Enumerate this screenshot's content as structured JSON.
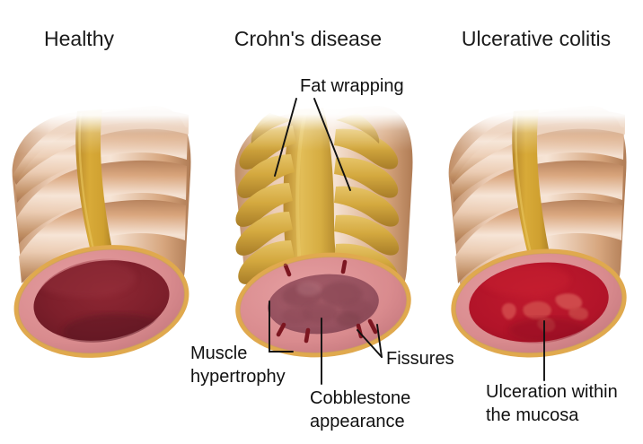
{
  "figure": {
    "title_row": {
      "healthy": "Healthy",
      "crohns": "Crohn's disease",
      "ulcerative": "Ulcerative colitis"
    },
    "annotations": {
      "fat_wrapping": "Fat wrapping",
      "muscle_1": "Muscle",
      "muscle_2": "hypertrophy",
      "cobblestone_1": "Cobblestone",
      "cobblestone_2": "appearance",
      "fissures": "Fissures",
      "ulceration_1": "Ulceration within",
      "ulceration_2": "the mucosa"
    },
    "colors": {
      "background": "#ffffff",
      "serosa_edge": "#e0a94e",
      "bowel_tan_light": "#f7e3d4",
      "bowel_tan_mid": "#dfae85",
      "bowel_tan_dark": "#b5805a",
      "taenia_yellow": "#d2a431",
      "fat_yellow": "#dcb44b",
      "fat_shadow": "#b8892f",
      "mucosa_pink": "#d98b8e",
      "mucosa_pink_dark": "#c06f74",
      "healthy_lumen": "#7d1f2b",
      "crohn_lumen": "#a05560",
      "crohn_lumen_dark": "#8d4350",
      "fissure_dark": "#7c1620",
      "uc_lumen": "#b21429",
      "uc_ulcer": "#cf4a4a",
      "text": "#111111",
      "leader_line": "#111111"
    },
    "panels": [
      {
        "id": "healthy",
        "label": "Healthy",
        "lumen_state": "normal deep maroon lumen, thin pink mucosa, smooth haustra, single taenia coli band"
      },
      {
        "id": "crohns",
        "label": "Crohn's disease",
        "lumen_state": "narrowed cobblestone lumen, thickened pink mucosa, radial dark fissures, fat wrapping fingers"
      },
      {
        "id": "ulcerative",
        "label": "Ulcerative colitis",
        "lumen_state": "bright red inflamed lumen with pale ulceration patches, normal outer haustra"
      }
    ]
  }
}
